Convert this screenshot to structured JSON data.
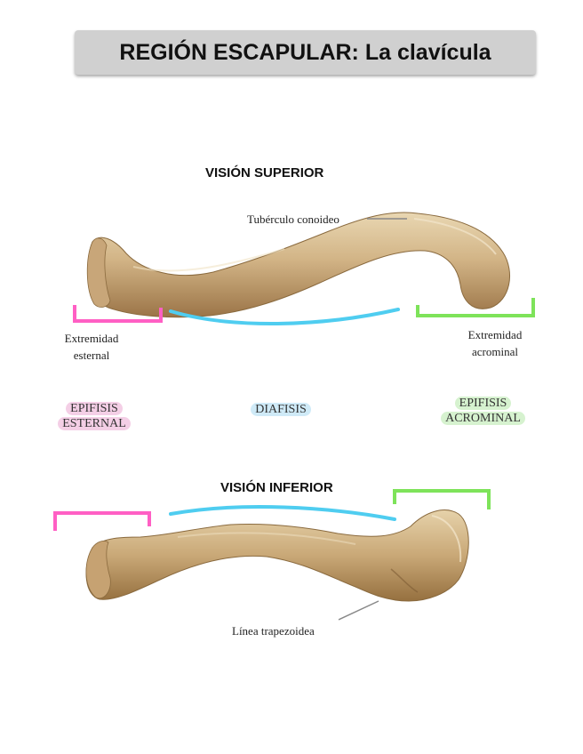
{
  "title": "REGIÓN ESCAPULAR: La clavícula",
  "superior": {
    "heading": "VISIÓN SUPERIOR",
    "tubercle_label": "Tubérculo conoideo",
    "sternal_end_line1": "Extremidad",
    "sternal_end_line2": "esternal",
    "acromial_end_line1": "Extremidad",
    "acromial_end_line2": "acrominal"
  },
  "regions": {
    "sternal_epiphysis_line1": "EPIFISIS",
    "sternal_epiphysis_line2": "ESTERNAL",
    "diaphysis": "DIAFISIS",
    "acromial_epiphysis_line1": "EPIFISIS",
    "acromial_epiphysis_line2": "ACROMINAL"
  },
  "inferior": {
    "heading": "VISIÓN INFERIOR",
    "trapezoid_label": "Línea trapezoidea"
  },
  "colors": {
    "sternal": "#ff5fc4",
    "diaphysis": "#4fcdf0",
    "acromial": "#7ee35a",
    "bone_light": "#dcc49a",
    "bone_dark": "#9e7a4a"
  }
}
